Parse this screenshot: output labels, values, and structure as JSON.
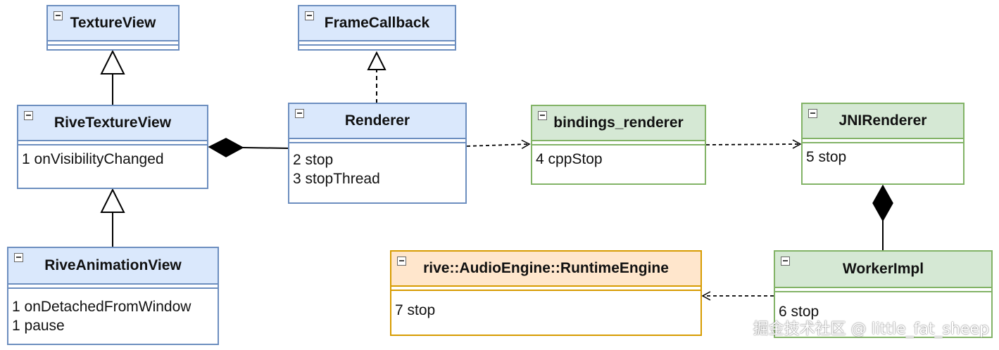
{
  "classes": {
    "texture_view": {
      "name": "TextureView",
      "members": []
    },
    "frame_callback": {
      "name": "FrameCallback",
      "members": []
    },
    "rive_texture_view": {
      "name": "RiveTextureView",
      "members": [
        "1 onVisibilityChanged"
      ]
    },
    "renderer": {
      "name": "Renderer",
      "members": [
        "2 stop",
        "3 stopThread"
      ]
    },
    "bindings_renderer": {
      "name": "bindings_renderer",
      "members": [
        "4 cppStop"
      ]
    },
    "jni_renderer": {
      "name": "JNIRenderer",
      "members": [
        "5 stop"
      ]
    },
    "rive_animation_view": {
      "name": "RiveAnimationView",
      "members": [
        "1 onDetachedFromWindow",
        "1 pause"
      ]
    },
    "audio_engine": {
      "name": "rive::AudioEngine::RuntimeEngine",
      "members": [
        "7 stop"
      ]
    },
    "worker_impl": {
      "name": "WorkerImpl",
      "members": [
        "6 stop"
      ]
    }
  },
  "relations": [
    {
      "type": "inheritance",
      "from": "rive_texture_view",
      "to": "texture_view"
    },
    {
      "type": "realization",
      "from": "renderer",
      "to": "frame_callback"
    },
    {
      "type": "inheritance",
      "from": "rive_animation_view",
      "to": "rive_texture_view"
    },
    {
      "type": "composition",
      "from": "renderer",
      "to": "rive_texture_view"
    },
    {
      "type": "dependency",
      "from": "renderer",
      "to": "bindings_renderer"
    },
    {
      "type": "dependency",
      "from": "bindings_renderer",
      "to": "jni_renderer"
    },
    {
      "type": "composition",
      "from": "worker_impl",
      "to": "jni_renderer"
    },
    {
      "type": "dependency",
      "from": "worker_impl",
      "to": "audio_engine"
    }
  ],
  "colors": {
    "blue_fill": "#dae8fc",
    "blue_stroke": "#6c8ebf",
    "green_fill": "#d5e8d4",
    "green_stroke": "#82b366",
    "orange_fill": "#ffe6cc",
    "orange_stroke": "#d79b00"
  },
  "watermark": "掘金技术社区 @ little_fat_sheep"
}
